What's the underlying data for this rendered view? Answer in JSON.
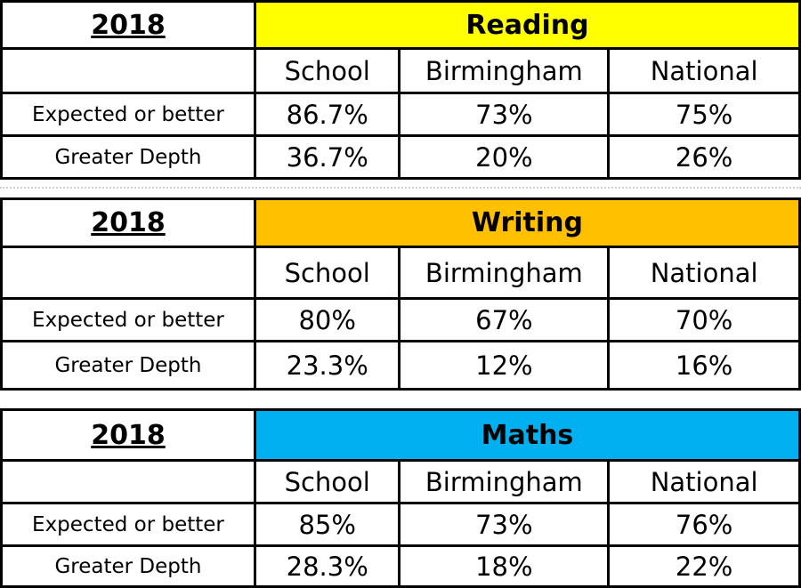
{
  "tables": [
    {
      "year": "2018",
      "subject": "Reading",
      "subject_color": "#FFFF00",
      "columns": [
        "School",
        "Birmingham",
        "National"
      ],
      "rows": [
        {
          "label": "Expected or better",
          "values": [
            "86.7%",
            "73%",
            "75%"
          ]
        },
        {
          "label": "Greater Depth",
          "values": [
            "36.7%",
            "20%",
            "26%"
          ]
        }
      ]
    },
    {
      "year": "2018",
      "subject": "Writing",
      "subject_color": "#FFC000",
      "columns": [
        "School",
        "Birmingham",
        "National"
      ],
      "rows": [
        {
          "label": "Expected or better",
          "values": [
            "80%",
            "67%",
            "70%"
          ]
        },
        {
          "label": "Greater Depth",
          "values": [
            "23.3%",
            "12%",
            "16%"
          ]
        }
      ]
    },
    {
      "year": "2018",
      "subject": "Maths",
      "subject_color": "#00B0F0",
      "columns": [
        "School",
        "Birmingham",
        "National"
      ],
      "rows": [
        {
          "label": "Expected or better",
          "values": [
            "85%",
            "73%",
            "76%"
          ]
        },
        {
          "label": "Greater Depth",
          "values": [
            "28.3%",
            "18%",
            "22%"
          ]
        }
      ]
    }
  ]
}
